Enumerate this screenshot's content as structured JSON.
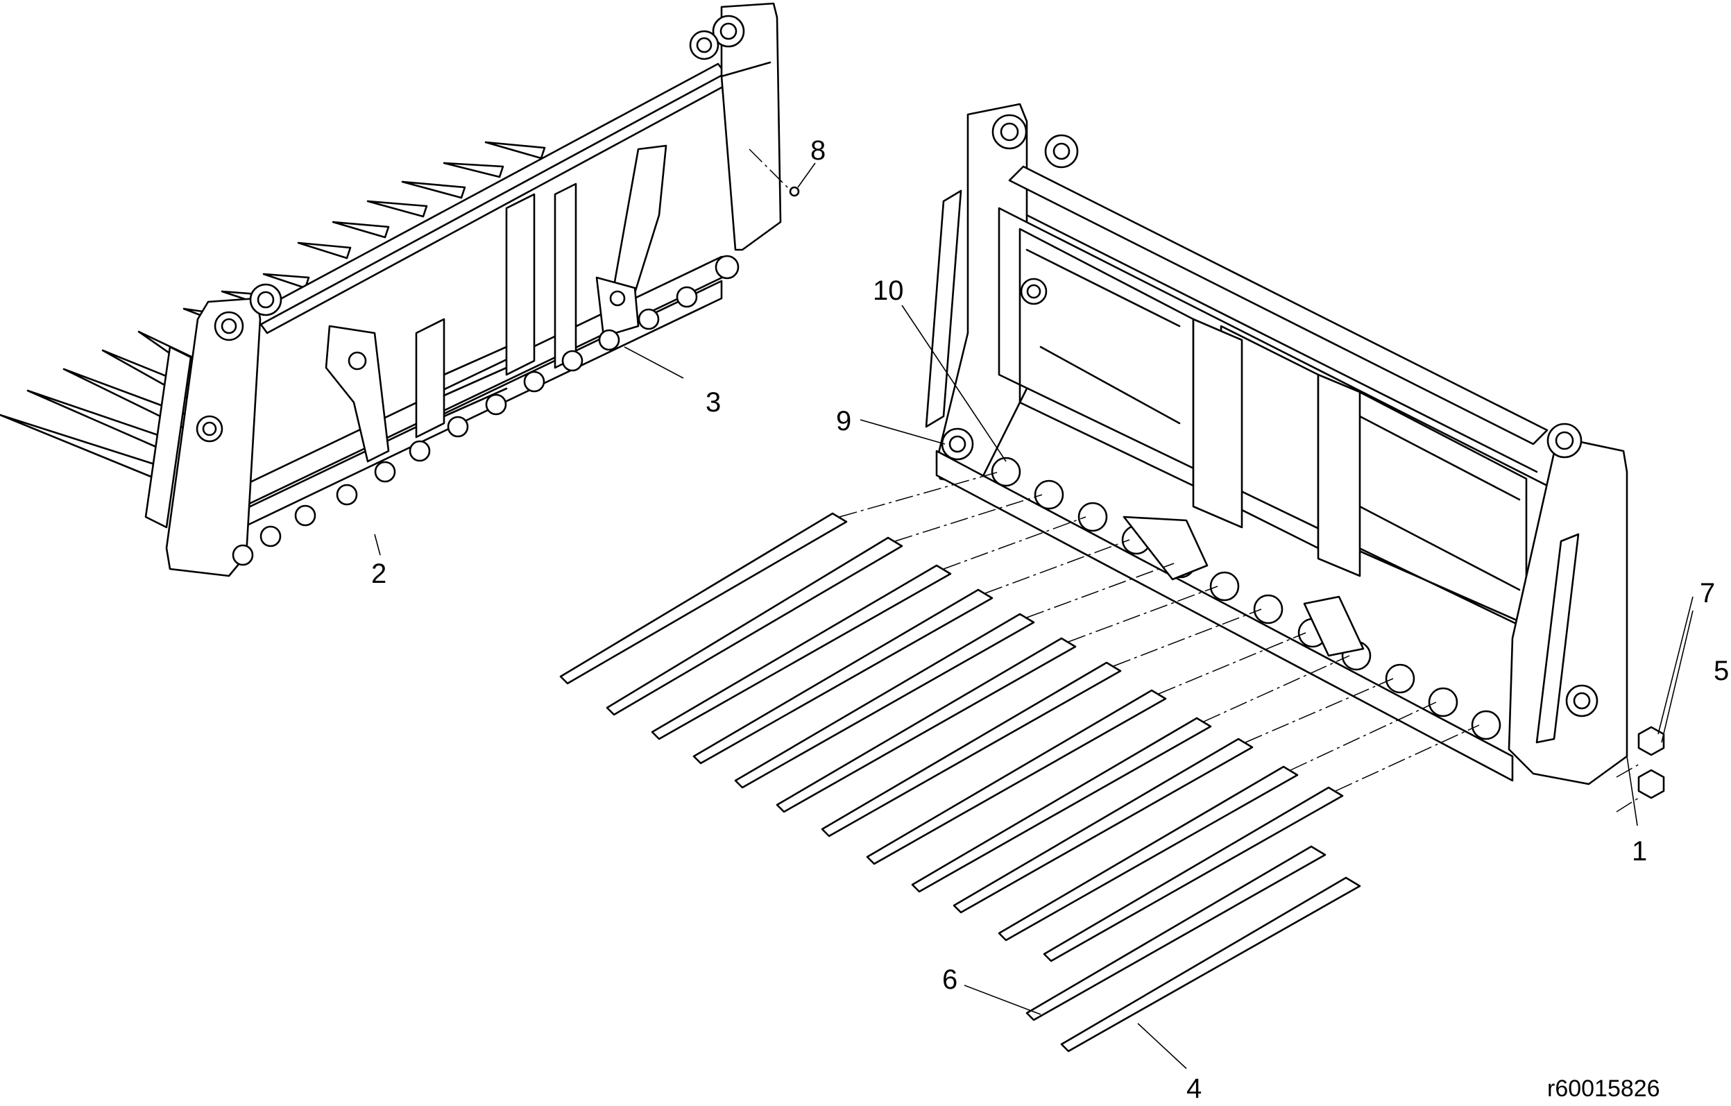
{
  "diagram": {
    "callouts": {
      "c1": "1",
      "c2": "2",
      "c3": "3",
      "c4": "4",
      "c5": "5",
      "c6": "6",
      "c7": "7",
      "c8": "8",
      "c9": "9",
      "c10": "10"
    },
    "reference_code": "r60015826"
  }
}
